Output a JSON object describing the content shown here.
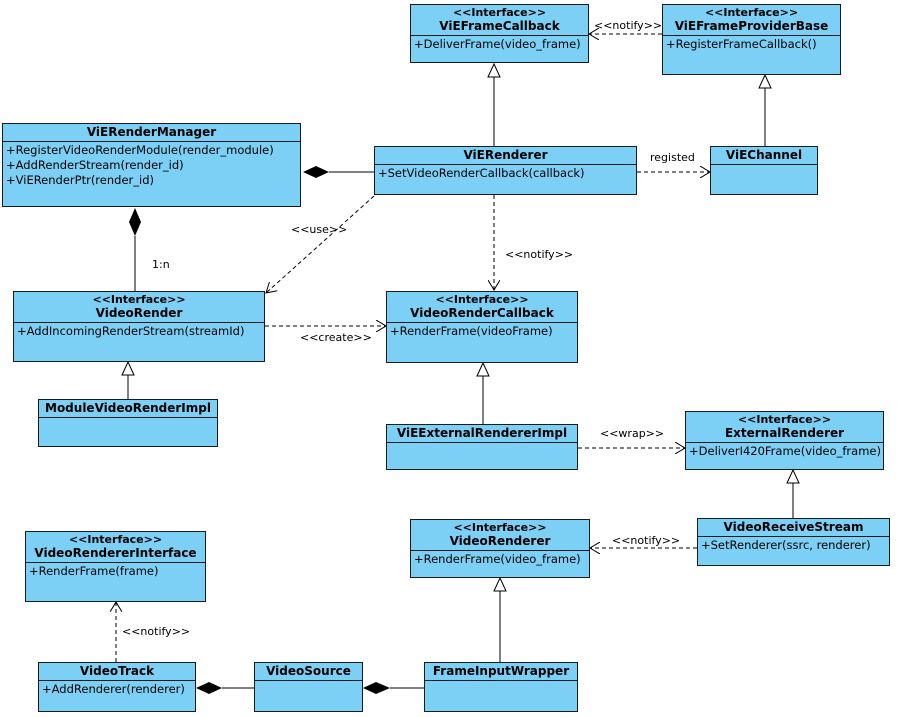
{
  "classes": {
    "vie_frame_callback": {
      "stereotype": "<<Interface>>",
      "name": "ViEFrameCallback",
      "ops": [
        "+DeliverFrame(video_frame)"
      ]
    },
    "vie_frame_provider_base": {
      "stereotype": "<<Interface>>",
      "name": "ViEFrameProviderBase",
      "ops": [
        "+RegisterFrameCallback()"
      ]
    },
    "vie_render_manager": {
      "name": "ViERenderManager",
      "ops": [
        "+RegisterVideoRenderModule(render_module)",
        "+AddRenderStream(render_id)",
        "+ViERenderPtr(render_id)"
      ]
    },
    "vie_renderer": {
      "name": "ViERenderer",
      "ops": [
        "+SetVideoRenderCallback(callback)"
      ]
    },
    "vie_channel": {
      "name": "ViEChannel"
    },
    "video_render": {
      "stereotype": "<<Interface>>",
      "name": "VideoRender",
      "ops": [
        "+AddIncomingRenderStream(streamId)"
      ]
    },
    "video_render_callback": {
      "stereotype": "<<Interface>>",
      "name": "VideoRenderCallback",
      "ops": [
        "+RenderFrame(videoFrame)"
      ]
    },
    "module_video_render_impl": {
      "name": "ModuleVideoRenderImpl"
    },
    "vie_external_renderer_impl": {
      "name": "ViEExternalRendererImpl"
    },
    "external_renderer": {
      "stereotype": "<<Interface>>",
      "name": "ExternalRenderer",
      "ops": [
        "+DeliverI420Frame(video_frame)"
      ]
    },
    "video_receive_stream": {
      "name": "VideoReceiveStream",
      "ops": [
        "+SetRenderer(ssrc, renderer)"
      ]
    },
    "video_renderer_interface": {
      "stereotype": "<<Interface>>",
      "name": "VideoRendererInterface",
      "ops": [
        "+RenderFrame(frame)"
      ]
    },
    "video_renderer": {
      "stereotype": "<<Interface>>",
      "name": "VideoRenderer",
      "ops": [
        "+RenderFrame(video_frame)"
      ]
    },
    "video_track": {
      "name": "VideoTrack",
      "ops": [
        "+AddRenderer(renderer)"
      ]
    },
    "video_source": {
      "name": "VideoSource"
    },
    "frame_input_wrapper": {
      "name": "FrameInputWrapper"
    }
  },
  "labels": {
    "notify_provider": "<<notify>>",
    "registed": "registed",
    "use": "<<use>>",
    "notify_renderer": "<<notify>>",
    "multiplicity": "1:n",
    "create": "<<create>>",
    "wrap": "<<wrap>>",
    "notify_receive": "<<notify>>",
    "notify_track": "<<notify>>"
  },
  "colors": {
    "class_fill": "#7ccff5",
    "line": "#000000"
  }
}
